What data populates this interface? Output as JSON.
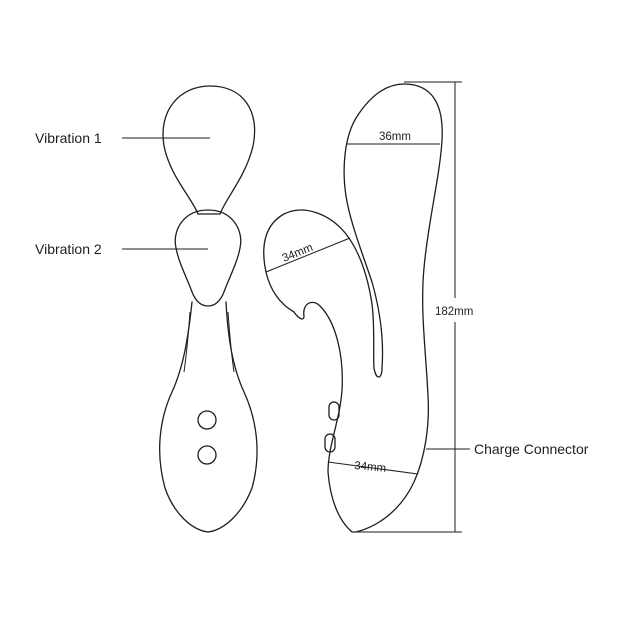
{
  "labels": {
    "vibration_1": "Vibration 1",
    "vibration_2": "Vibration 2",
    "charge_connector": "Charge Connector"
  },
  "dimensions": {
    "head_width": "36mm",
    "inner_width": "34mm",
    "base_width": "34mm",
    "total_length": "182mm"
  },
  "colors": {
    "line": "#1e1e1e",
    "background": "#ffffff"
  }
}
